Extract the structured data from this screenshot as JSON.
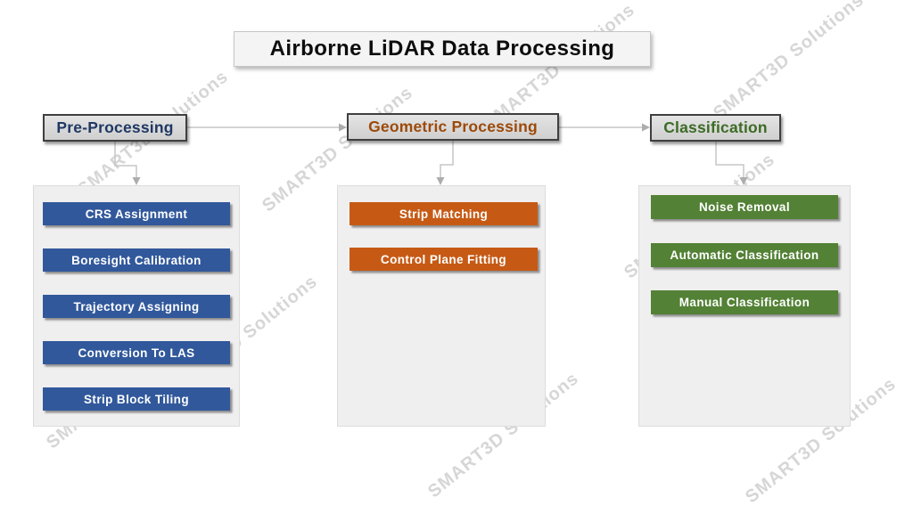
{
  "title": "Airborne LiDAR Data Processing",
  "watermark": {
    "text": "SMART3D Solutions"
  },
  "colors": {
    "node_blue": "#31589B",
    "node_orange": "#C65A15",
    "node_green": "#538135",
    "header_blue_text": "#1F3864",
    "header_orange_text": "#9C4A0A",
    "header_green_text": "#3D6B26",
    "header_fill": "#D9D9D9",
    "panel_fill": "#F0EFEF",
    "connector": "#C6C6C6",
    "watermark_gray": "#D6D6D6"
  },
  "columns": [
    {
      "header": "Pre-Processing",
      "items": [
        "CRS Assignment",
        "Boresight Calibration",
        "Trajectory Assigning",
        "Conversion To LAS",
        "Strip Block Tiling"
      ]
    },
    {
      "header": "Geometric Processing",
      "items": [
        "Strip Matching",
        "Control Plane Fitting"
      ]
    },
    {
      "header": "Classification",
      "items": [
        "Noise Removal",
        "Automatic Classification",
        "Manual Classification"
      ]
    }
  ]
}
